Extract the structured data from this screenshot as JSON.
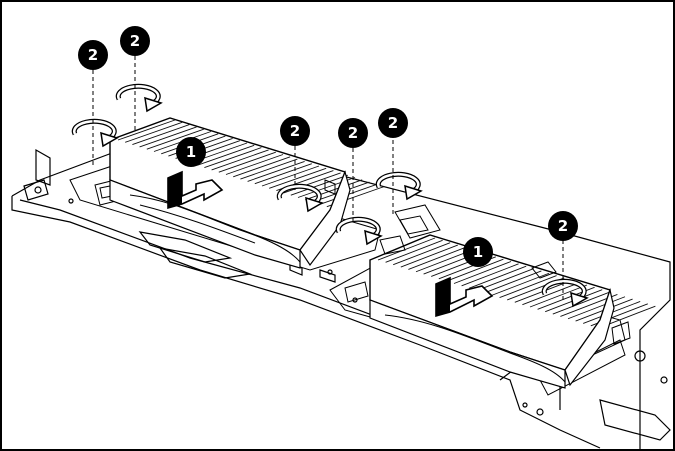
{
  "figure": {
    "description_alt": "",
    "callouts": [
      {
        "id": "c1",
        "label": "2"
      },
      {
        "id": "c2",
        "label": "2"
      },
      {
        "id": "c3",
        "label": "1"
      },
      {
        "id": "c4",
        "label": "2"
      },
      {
        "id": "c5",
        "label": "2"
      },
      {
        "id": "c6",
        "label": "2"
      },
      {
        "id": "c7",
        "label": "1"
      },
      {
        "id": "c8",
        "label": "2"
      }
    ]
  },
  "colors": {
    "line": "#000000",
    "callout_fill": "#000000",
    "callout_text": "#ffffff",
    "background": "#ffffff"
  },
  "icons": [
    "rotate-screw-icon",
    "slide-arrow-icon"
  ]
}
